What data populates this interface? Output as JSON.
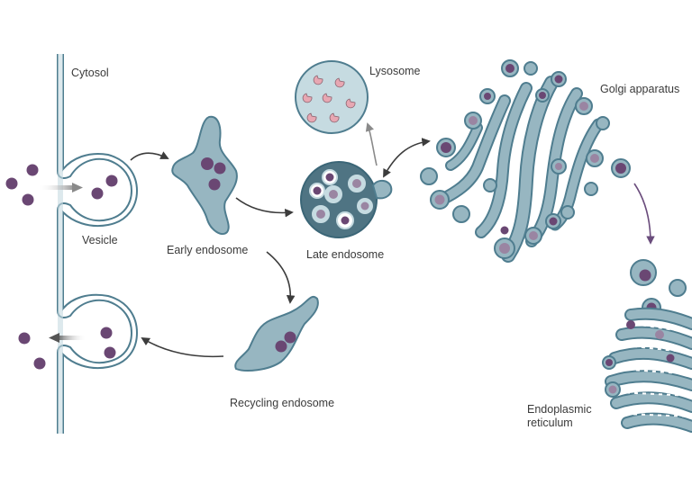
{
  "labels": {
    "cytosol": "Cytosol",
    "vesicle": "Vesicle",
    "early_endosome": "Early endosome",
    "late_endosome": "Late endosome",
    "lysosome": "Lysosome",
    "golgi": "Golgi apparatus",
    "recycling_endosome": "Recycling endosome",
    "er": "Endoplasmic reticulum"
  },
  "colors": {
    "membrane": "#4f7d8f",
    "organelle_fill": "#97b6c1",
    "light_fill": "#c6dbe1",
    "dark_fill": "#4f7483",
    "cargo": "#6a4773",
    "cargo_light": "#9a85a2",
    "arrow": "#3c3c3c",
    "lysosome_arrow": "#8a8a8a",
    "er_arrow": "#6a4c7c",
    "enzyme": "#e7a7b2"
  }
}
